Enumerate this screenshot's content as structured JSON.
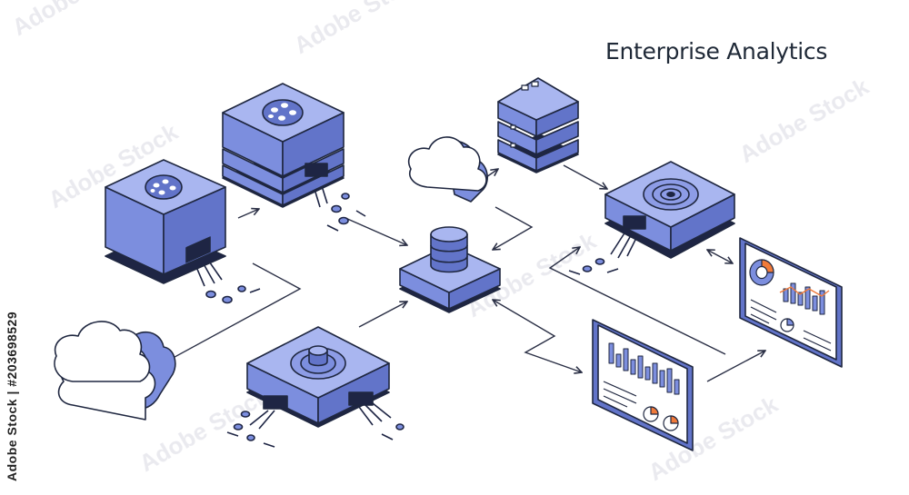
{
  "title": "Enterprise Analytics",
  "side_credit": "Adobe Stock | #203698529",
  "watermark_text": "Adobe Stock",
  "colors": {
    "face_top": "#a9b6f0",
    "face_left": "#7c8ede",
    "face_right": "#6274c9",
    "outline": "#1f2740",
    "dark": "#1e2544",
    "accent_orange": "#f07a3a",
    "arrow": "#2a2f45"
  },
  "nodes": [
    {
      "id": "data-source-box",
      "icon": "hub-icon"
    },
    {
      "id": "stacked-server",
      "icon": "hub-icon"
    },
    {
      "id": "rack-server",
      "icon": "rack-icon"
    },
    {
      "id": "central-database",
      "icon": "database-icon"
    },
    {
      "id": "processing-unit",
      "icon": "knob-icon"
    },
    {
      "id": "analytics-engine",
      "icon": "target-icon"
    },
    {
      "id": "dashboard-small",
      "icon": "chart-icon"
    },
    {
      "id": "dashboard-large",
      "icon": "chart-icon"
    },
    {
      "id": "cloud-left",
      "icon": "cloud-icon"
    },
    {
      "id": "cloud-top",
      "icon": "cloud-icon"
    }
  ]
}
